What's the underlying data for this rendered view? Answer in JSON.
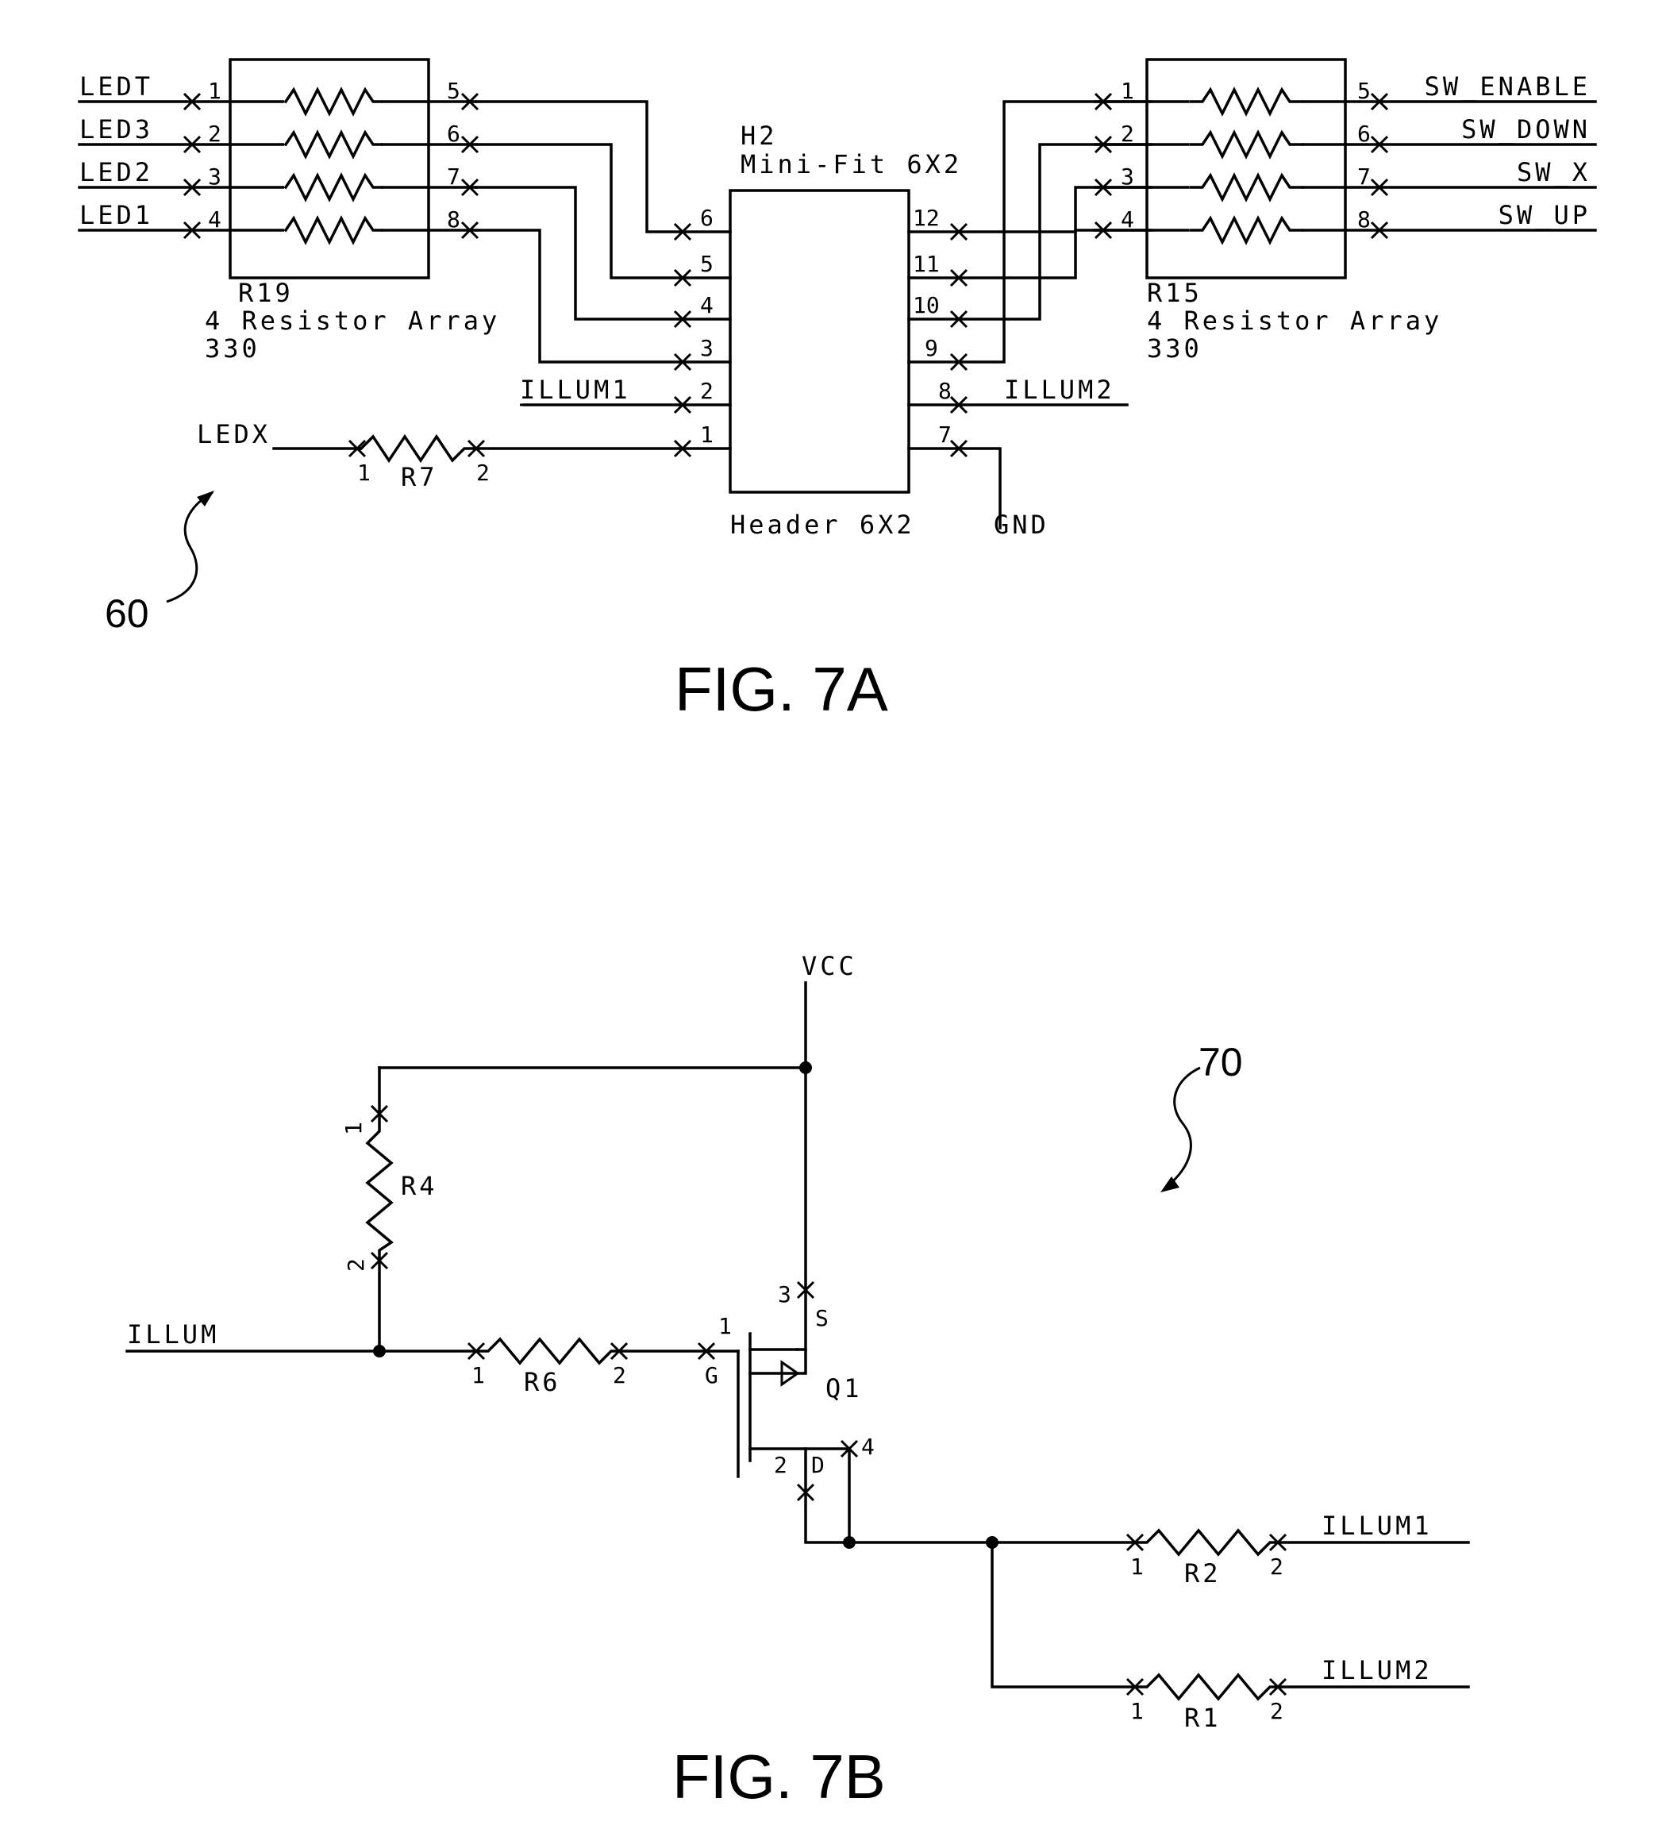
{
  "fig7a": {
    "caption": "FIG. 7A",
    "ref_number": "60",
    "r19": {
      "name": "R19",
      "type": "4 Resistor Array",
      "value": "330"
    },
    "r15": {
      "name": "R15",
      "type": "4 Resistor Array",
      "value": "330"
    },
    "h2": {
      "name": "H2",
      "part": "Mini-Fit 6X2",
      "label": "Header 6X2"
    },
    "left_signals": [
      "LEDT",
      "LED3",
      "LED2",
      "LED1"
    ],
    "right_signals": [
      "SW_ENABLE",
      "SW_DOWN",
      "SW_X",
      "SW_UP"
    ],
    "illum1": "ILLUM1",
    "illum2": "ILLUM2",
    "ledx": "LEDX",
    "gnd": "GND",
    "r7": "R7",
    "pins": {
      "r19_left": [
        "1",
        "2",
        "3",
        "4"
      ],
      "r19_right": [
        "5",
        "6",
        "7",
        "8"
      ],
      "r15_left": [
        "1",
        "2",
        "3",
        "4"
      ],
      "r15_right": [
        "5",
        "6",
        "7",
        "8"
      ],
      "h2_left": [
        "6",
        "5",
        "4",
        "3",
        "2",
        "1"
      ],
      "h2_right": [
        "12",
        "11",
        "10",
        "9",
        "8",
        "7"
      ],
      "r7": [
        "1",
        "2"
      ]
    }
  },
  "fig7b": {
    "caption": "FIG. 7B",
    "ref_number": "70",
    "vcc": "VCC",
    "illum": "ILLUM",
    "illum1": "ILLUM1",
    "illum2": "ILLUM2",
    "r4": "R4",
    "r6": "R6",
    "r2": "R2",
    "r1": "R1",
    "q1": "Q1",
    "q1_pins": {
      "gate": "G",
      "source": "S",
      "drain": "D",
      "gate_num": "1",
      "source_num": "3",
      "drain_num": "2",
      "sub_num": "4"
    },
    "res_pins": [
      "1",
      "2"
    ]
  }
}
